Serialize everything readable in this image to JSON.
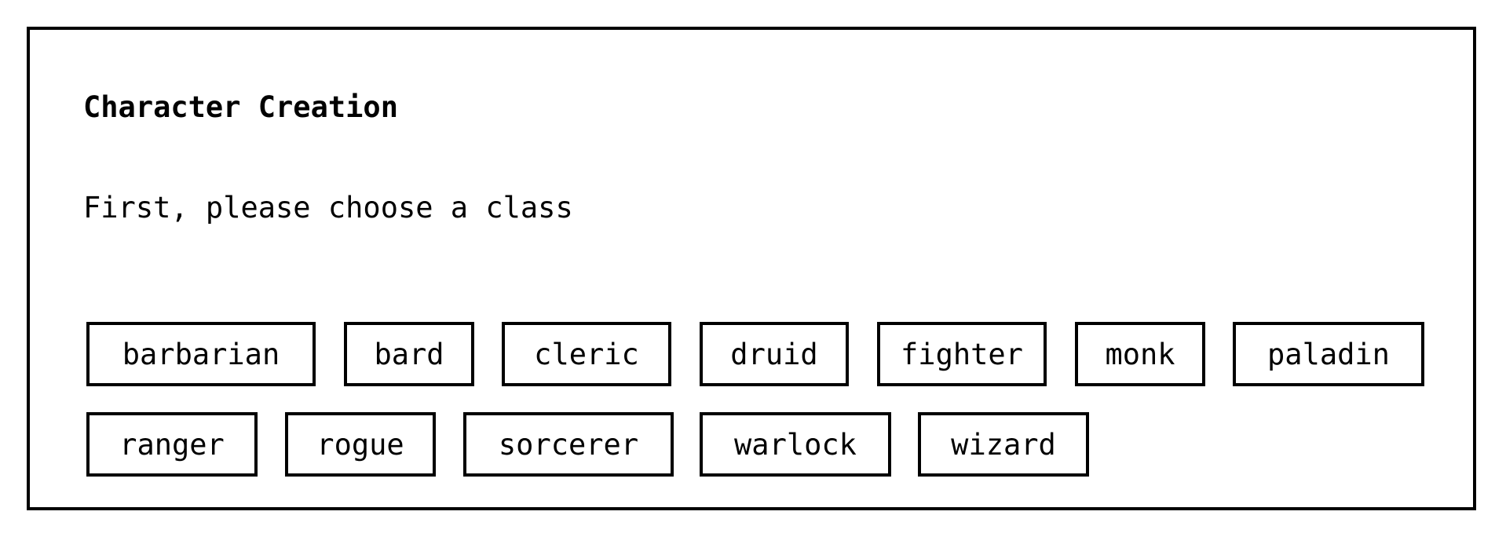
{
  "title": "Character Creation",
  "prompt": "First, please choose a class",
  "classes": [
    "barbarian",
    "bard",
    "cleric",
    "druid",
    "fighter",
    "monk",
    "paladin",
    "ranger",
    "rogue",
    "sorcerer",
    "warlock",
    "wizard"
  ]
}
